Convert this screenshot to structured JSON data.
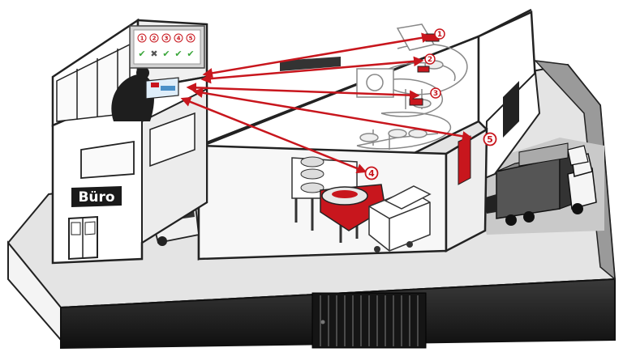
{
  "office": {
    "label": "Büro"
  },
  "display_board": {
    "steps": [
      "1",
      "2",
      "3",
      "4",
      "5"
    ],
    "status": [
      "✔",
      "✖",
      "✔",
      "✔",
      "✔"
    ]
  },
  "steps": [
    {
      "id": "1",
      "label": "1"
    },
    {
      "id": "2",
      "label": "2"
    },
    {
      "id": "3",
      "label": "3"
    },
    {
      "id": "4",
      "label": "4"
    },
    {
      "id": "5",
      "label": "5"
    }
  ],
  "colors": {
    "accent": "#c8161d",
    "status_ok": "#3aa63a",
    "status_fail": "#555555",
    "floor": "#e6e6e6",
    "base": "#1e1e1e"
  },
  "icons": [
    "arrow-icon",
    "check-icon",
    "cross-icon",
    "monitor-icon",
    "truck-icon",
    "car-icon"
  ]
}
